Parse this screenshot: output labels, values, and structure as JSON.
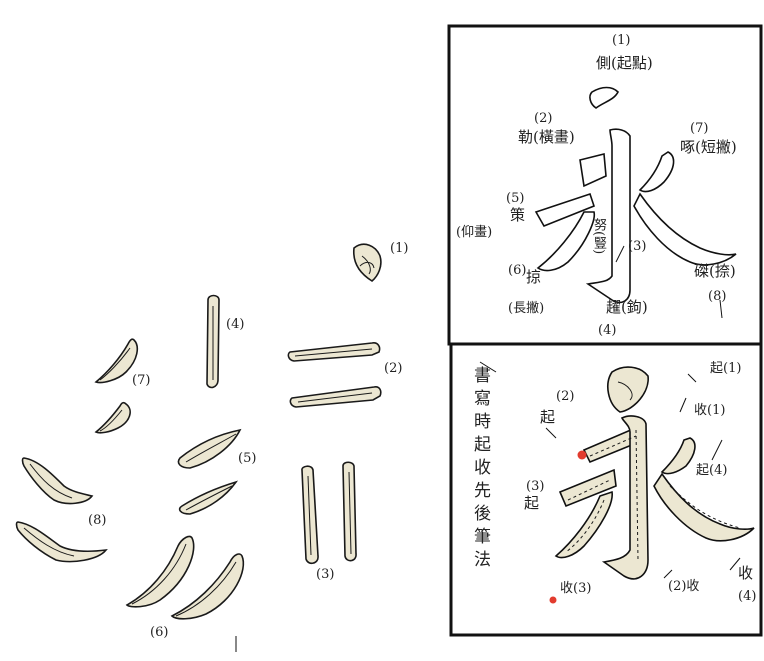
{
  "colors": {
    "ink": "#1a1a1a",
    "stroke_fill": "#ece7d2",
    "frame": "#111111",
    "red_dot": "#e23b2e"
  },
  "left": {
    "labels": {
      "s1": "(1)",
      "s2": "(2)",
      "s3": "(3)",
      "s4": "(4)",
      "s5": "(5)",
      "s6": "(6)",
      "s7": "(7)",
      "s8": "(8)"
    }
  },
  "top_panel": {
    "character": "永",
    "labels": {
      "l1_num": "(1)",
      "l1_text": "側(起點)",
      "l2_num": "(2)",
      "l2_text": "勒(橫畫)",
      "l3_text": "努(豎)",
      "l3_num": "(3)",
      "l4_text": "趯(鉤)",
      "l4_num": "(4)",
      "l5_num": "(5)",
      "l5_text": "策",
      "l5_note": "(仰畫)",
      "l6_num": "(6)",
      "l6_text": "掠",
      "l6_note": "(長撇)",
      "l7_num": "(7)",
      "l7_text": "啄(短撇)",
      "l8_text": "磔(捺)",
      "l8_num": "(8)"
    }
  },
  "bottom_panel": {
    "character": "永",
    "vertical_text": "書寫時起收先後筆法",
    "labels": {
      "q1_a": "起(1)",
      "q1_b": "收(1)",
      "q2_num": "(2)",
      "q2_text": "起",
      "q3_num": "(3)",
      "q3_text": "起",
      "q4_text": "起(4)",
      "shou3": "收(3)",
      "shou2": "(2)收",
      "shou4_text": "收",
      "shou4_num": "(4)"
    }
  }
}
